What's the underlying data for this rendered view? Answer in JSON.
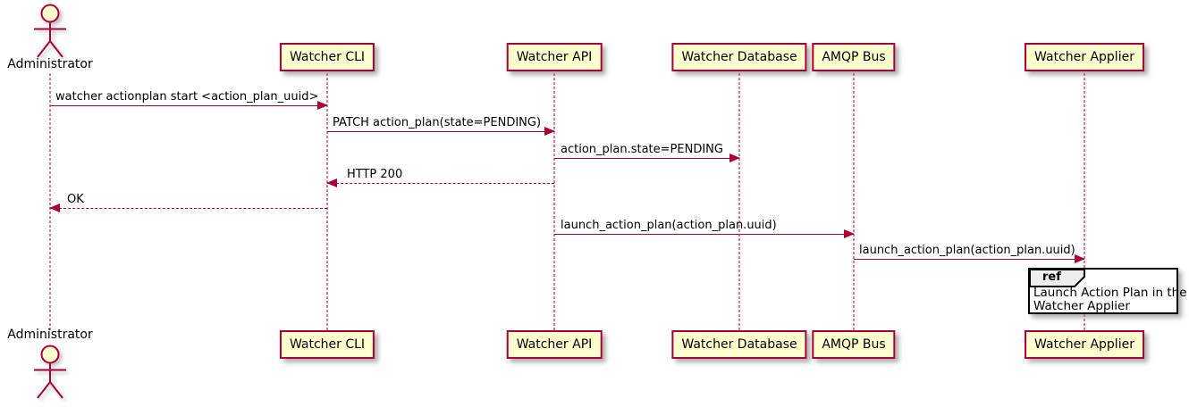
{
  "diagram": {
    "type": "uml-sequence",
    "actor": {
      "name": "Administrator"
    },
    "participants": [
      {
        "name": "Watcher CLI"
      },
      {
        "name": "Watcher API"
      },
      {
        "name": "Watcher Database"
      },
      {
        "name": "AMQP Bus"
      },
      {
        "name": "Watcher Applier"
      }
    ],
    "messages": [
      {
        "from": "Administrator",
        "to": "Watcher CLI",
        "label": "watcher actionplan start <action_plan_uuid>",
        "line": "solid",
        "direction": "right"
      },
      {
        "from": "Watcher CLI",
        "to": "Watcher API",
        "label": "PATCH action_plan(state=PENDING)",
        "line": "solid",
        "direction": "right"
      },
      {
        "from": "Watcher API",
        "to": "Watcher Database",
        "label": "action_plan.state=PENDING",
        "line": "solid",
        "direction": "right"
      },
      {
        "from": "Watcher API",
        "to": "Watcher CLI",
        "label": "HTTP 200",
        "line": "dashed",
        "direction": "left"
      },
      {
        "from": "Watcher CLI",
        "to": "Administrator",
        "label": "OK",
        "line": "dashed",
        "direction": "left"
      },
      {
        "from": "Watcher API",
        "to": "AMQP Bus",
        "label": "launch_action_plan(action_plan.uuid)",
        "line": "solid",
        "direction": "right"
      },
      {
        "from": "AMQP Bus",
        "to": "Watcher Applier",
        "label": "launch_action_plan(action_plan.uuid)",
        "line": "solid",
        "direction": "right"
      }
    ],
    "ref": {
      "keyword": "ref",
      "lines": [
        "Launch Action Plan in the",
        "Watcher Applier"
      ]
    },
    "colors": {
      "participant_fill": "#FEFECE",
      "line": "#A80036",
      "text": "#000000",
      "ref_tab_fill": "#EEEEEE",
      "ref_border": "#000000"
    }
  }
}
